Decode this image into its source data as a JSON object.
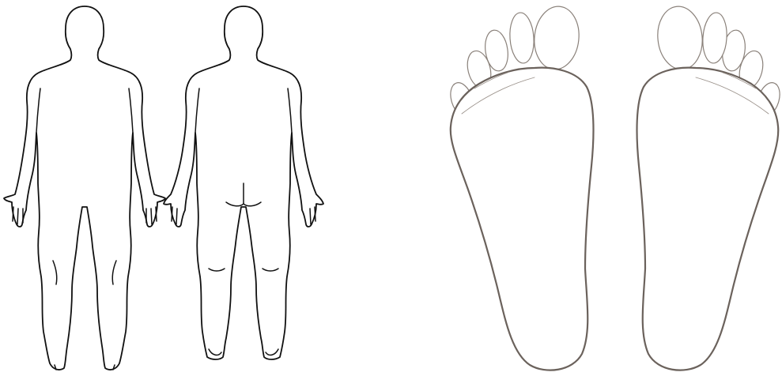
{
  "figure": {
    "panels": [
      {
        "id": "body-front",
        "view": "anterior"
      },
      {
        "id": "body-back",
        "view": "posterior"
      },
      {
        "id": "left-sole",
        "view": "plantar"
      },
      {
        "id": "right-sole",
        "view": "plantar"
      }
    ]
  },
  "colors": {
    "background": "#ffffff",
    "body_outline": "#111111",
    "foot_outline": "#6b625c",
    "toe_outline": "#8a817a"
  }
}
